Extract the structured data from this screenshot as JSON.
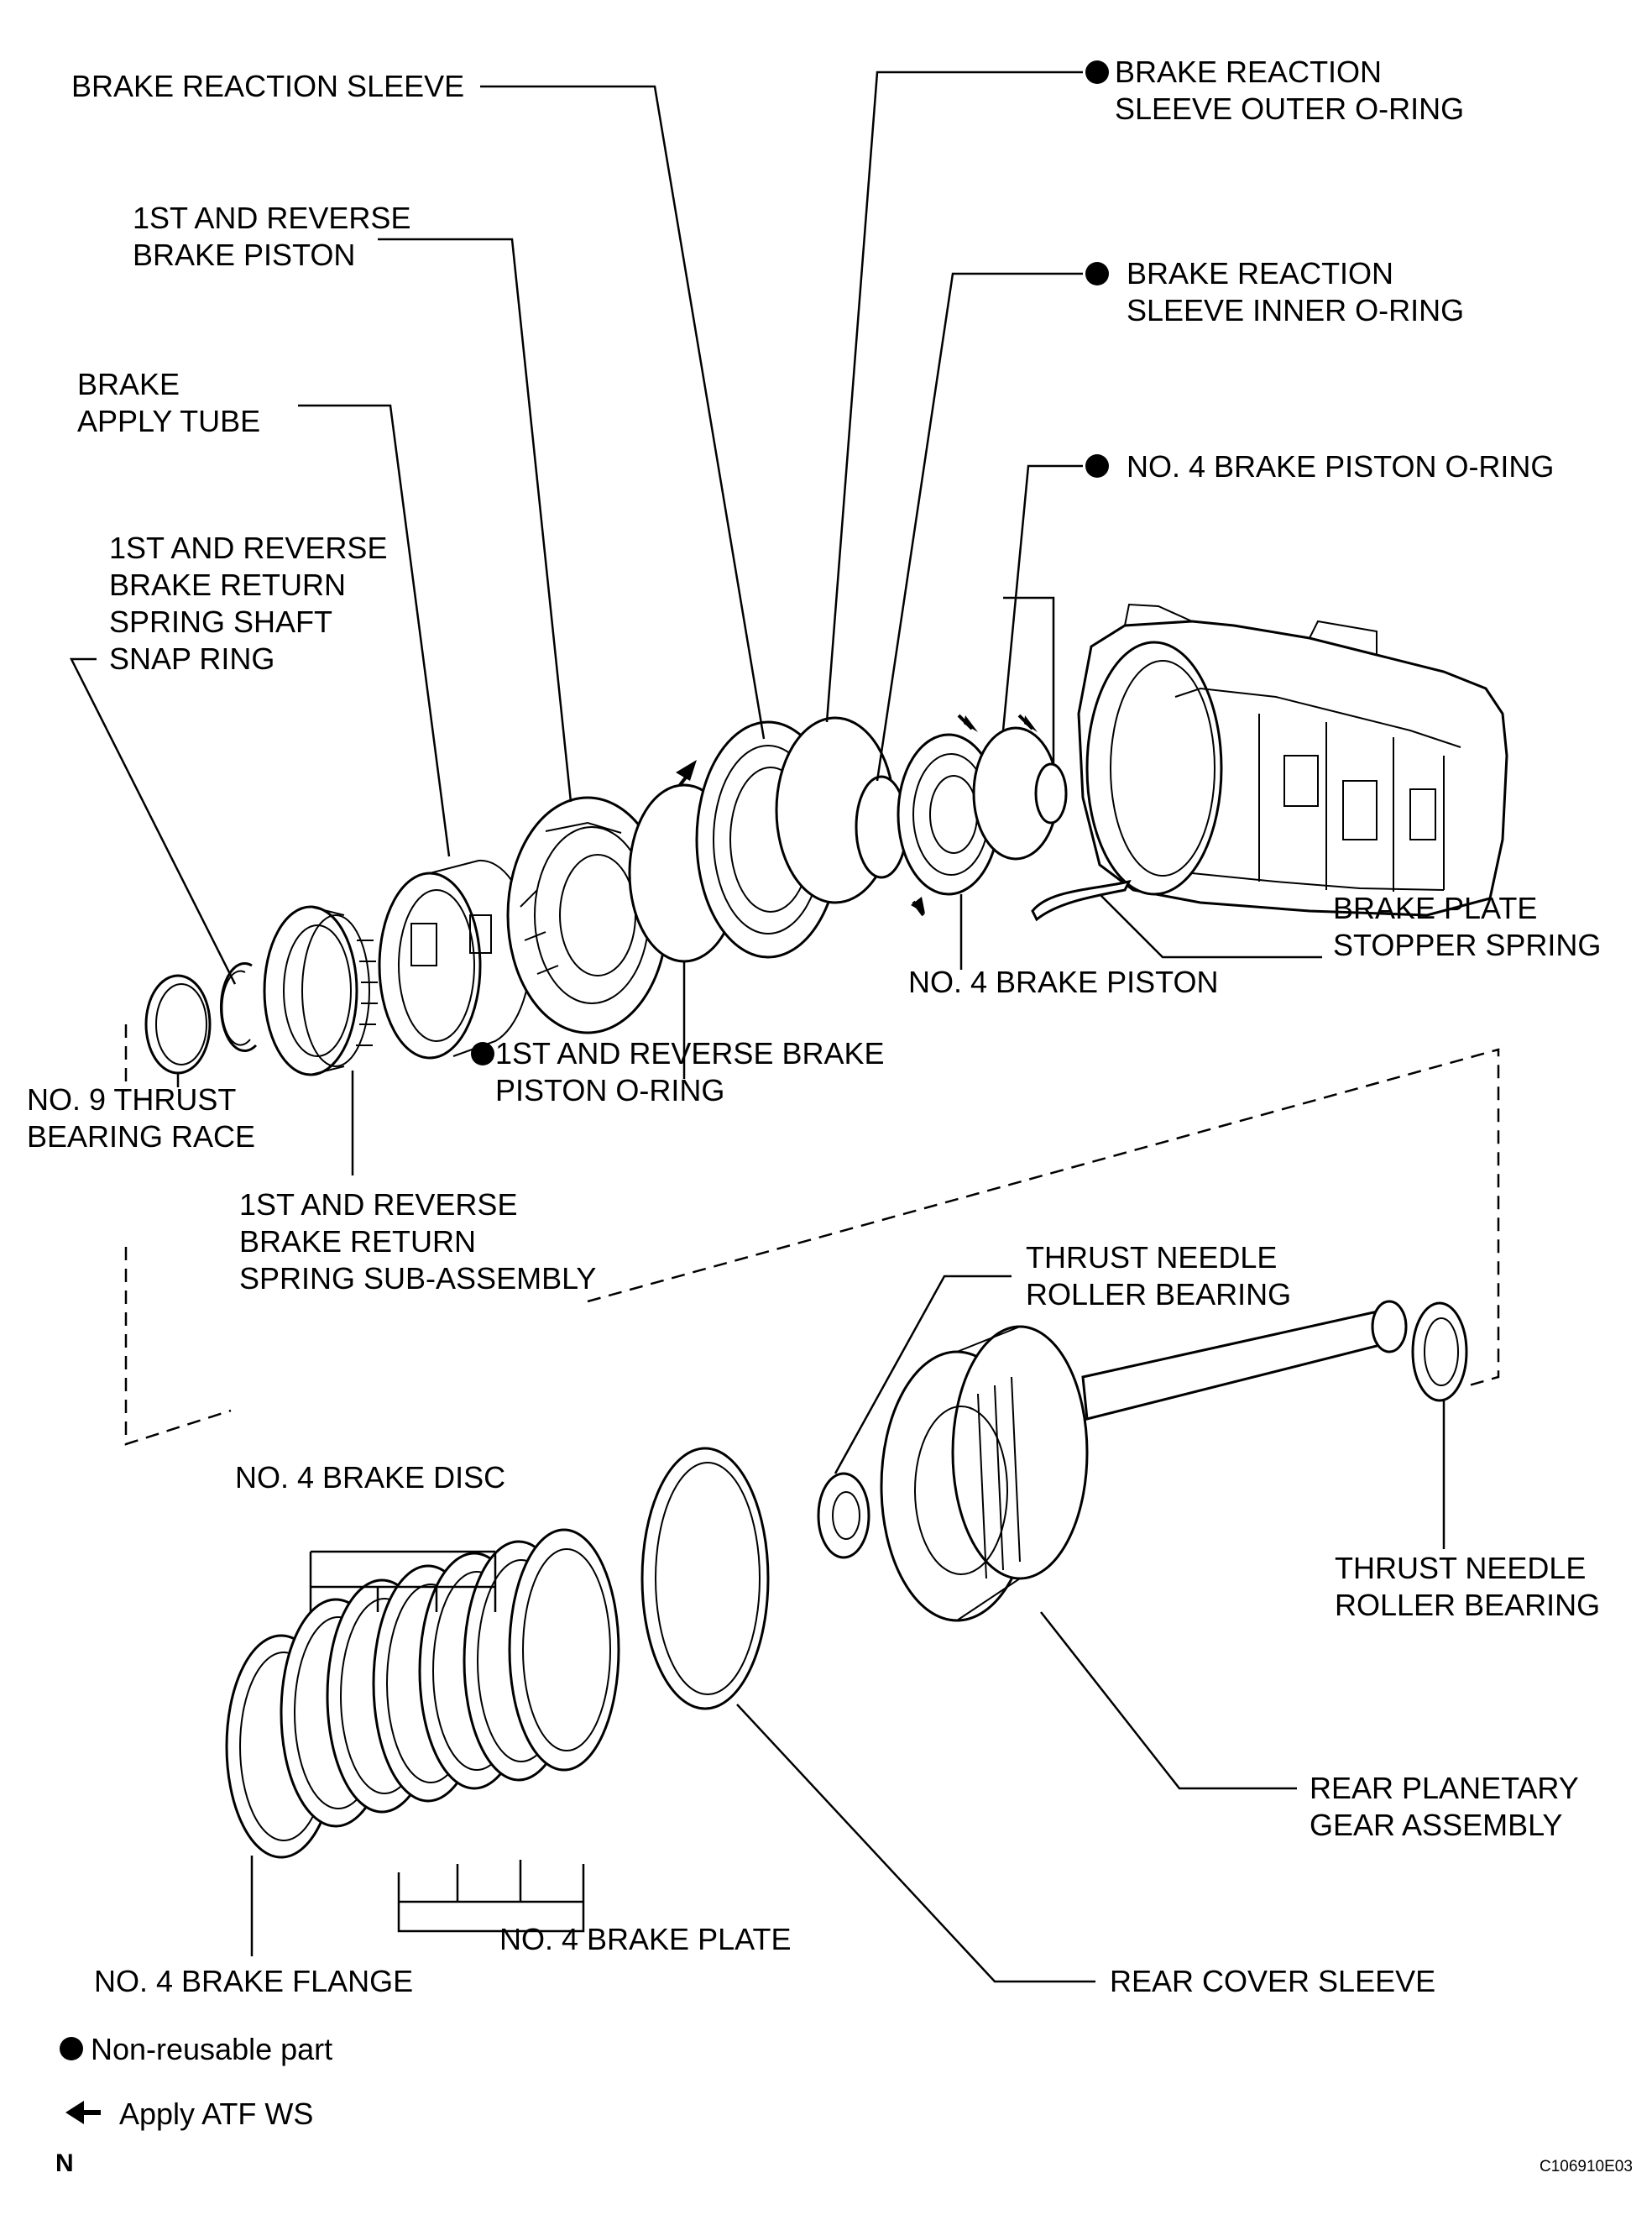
{
  "labels": {
    "brake_reaction_sleeve": "BRAKE REACTION SLEEVE",
    "outer_oring_1": "BRAKE REACTION",
    "outer_oring_2": "SLEEVE OUTER O-RING",
    "piston_1": "1ST AND REVERSE",
    "piston_2": "BRAKE PISTON",
    "inner_oring_1": "BRAKE REACTION",
    "inner_oring_2": "SLEEVE INNER O-RING",
    "apply_tube_1": "BRAKE",
    "apply_tube_2": "APPLY TUBE",
    "no4_piston_oring": "NO. 4 BRAKE PISTON O-RING",
    "snap_1": "1ST AND REVERSE",
    "snap_2": "BRAKE RETURN",
    "snap_3": "SPRING SHAFT",
    "snap_4": "SNAP RING",
    "stopper_1": "BRAKE PLATE",
    "stopper_2": "STOPPER SPRING",
    "no4_piston": "NO. 4 BRAKE PISTON",
    "piston_oring_1": "1ST AND REVERSE BRAKE",
    "piston_oring_2": "PISTON O-RING",
    "race_1": "NO. 9 THRUST",
    "race_2": "BEARING RACE",
    "spring_1": "1ST AND REVERSE",
    "spring_2": "BRAKE RETURN",
    "spring_3": "SPRING SUB-ASSEMBLY",
    "needle_top_1": "THRUST NEEDLE",
    "needle_top_2": "ROLLER BEARING",
    "no4_disc": "NO. 4 BRAKE DISC",
    "needle_right_1": "THRUST NEEDLE",
    "needle_right_2": "ROLLER BEARING",
    "planetary_1": "REAR PLANETARY",
    "planetary_2": "GEAR ASSEMBLY",
    "no4_plate": "NO. 4 BRAKE PLATE",
    "no4_flange": "NO. 4 BRAKE FLANGE",
    "rear_cover": "REAR COVER SLEEVE"
  },
  "legend": {
    "non_reusable": "Non-reusable part",
    "apply_atf": "Apply ATF WS"
  },
  "corner_mark": "N",
  "figure_code": "C106910E03"
}
